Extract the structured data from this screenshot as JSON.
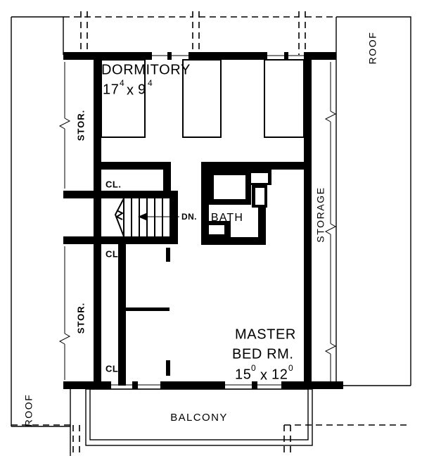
{
  "drawing": {
    "type": "architectural-floor-plan",
    "level": "second-floor",
    "background_color": "#ffffff",
    "line_color": "#000000"
  },
  "rooms": [
    {
      "id": "dormitory",
      "name": "DORMITORY",
      "dim_w": "17",
      "dim_w_sup": "4",
      "dim_sep": "x",
      "dim_h": "9",
      "dim_h_sup": "4",
      "dimension_text": "17⁴ x 9⁴"
    },
    {
      "id": "master-bedroom",
      "name_line1": "MASTER",
      "name_line2": "BED RM.",
      "dim_w": "15",
      "dim_w_sup": "0",
      "dim_sep": "x",
      "dim_h": "12",
      "dim_h_sup": "0",
      "dimension_text": "15⁰ x 12⁰"
    },
    {
      "id": "bath",
      "name": "BATH"
    },
    {
      "id": "balcony",
      "name": "BALCONY"
    }
  ],
  "labels": {
    "storage_right": "STORAGE",
    "storage_left_upper": "STOR.",
    "storage_left_lower": "STOR.",
    "roof_top_right": "ROOF",
    "roof_bottom_left": "ROOF",
    "closet_upper": "CL.",
    "closet_mid": "CL.",
    "closet_lower": "CL.",
    "stair_direction": "DN."
  },
  "fixtures": [
    {
      "name": "bathtub",
      "room": "bath"
    },
    {
      "name": "vanity-sink",
      "room": "bath"
    },
    {
      "name": "toilet",
      "room": "bath"
    },
    {
      "name": "bed",
      "room": "dormitory",
      "count": 3
    }
  ],
  "annotations": {
    "stair_arrow_direction": "left",
    "stair_tread_count": 7,
    "break_line_symbols": 4
  }
}
